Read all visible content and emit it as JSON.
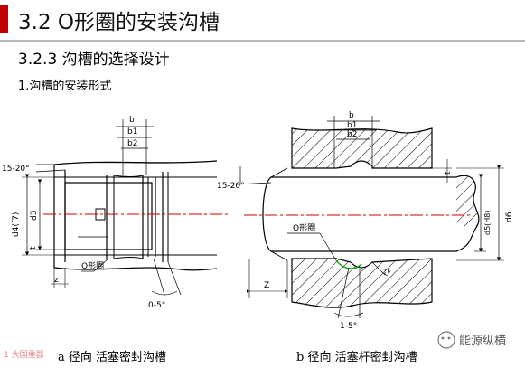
{
  "header": {
    "title": "3.2 O形圈的安装沟槽",
    "section": "3.2.3 沟槽的选择设计",
    "subsection": "1.沟槽的安装形式"
  },
  "figure_a": {
    "label_b": "b",
    "label_b1": "b1",
    "label_b2": "b2",
    "angle_top": "15-20°",
    "label_d4": "d4(f7)",
    "label_d3": "d3",
    "label_t": "t",
    "label_z": "z",
    "label_oring": "O形圈",
    "angle_bottom": "0-5°",
    "caption": "a  径向  活塞密封沟槽"
  },
  "figure_b": {
    "label_b": "b",
    "label_b1": "b1",
    "label_b2": "b2",
    "angle_top": "15-20°",
    "label_t": "t",
    "label_d5": "d5(H8)",
    "label_d6": "d6",
    "label_z": "Z",
    "label_oring": "O形圈",
    "label_r": "r2",
    "angle_bottom": "1-5°",
    "caption": "b  径向  活塞杆密封沟槽"
  },
  "watermarks": {
    "left": "1 大国重器",
    "right": "能源纵横"
  },
  "colors": {
    "accent_bar": "#c00000",
    "centerline": "#d00000",
    "oring_highlight": "#00a000"
  }
}
